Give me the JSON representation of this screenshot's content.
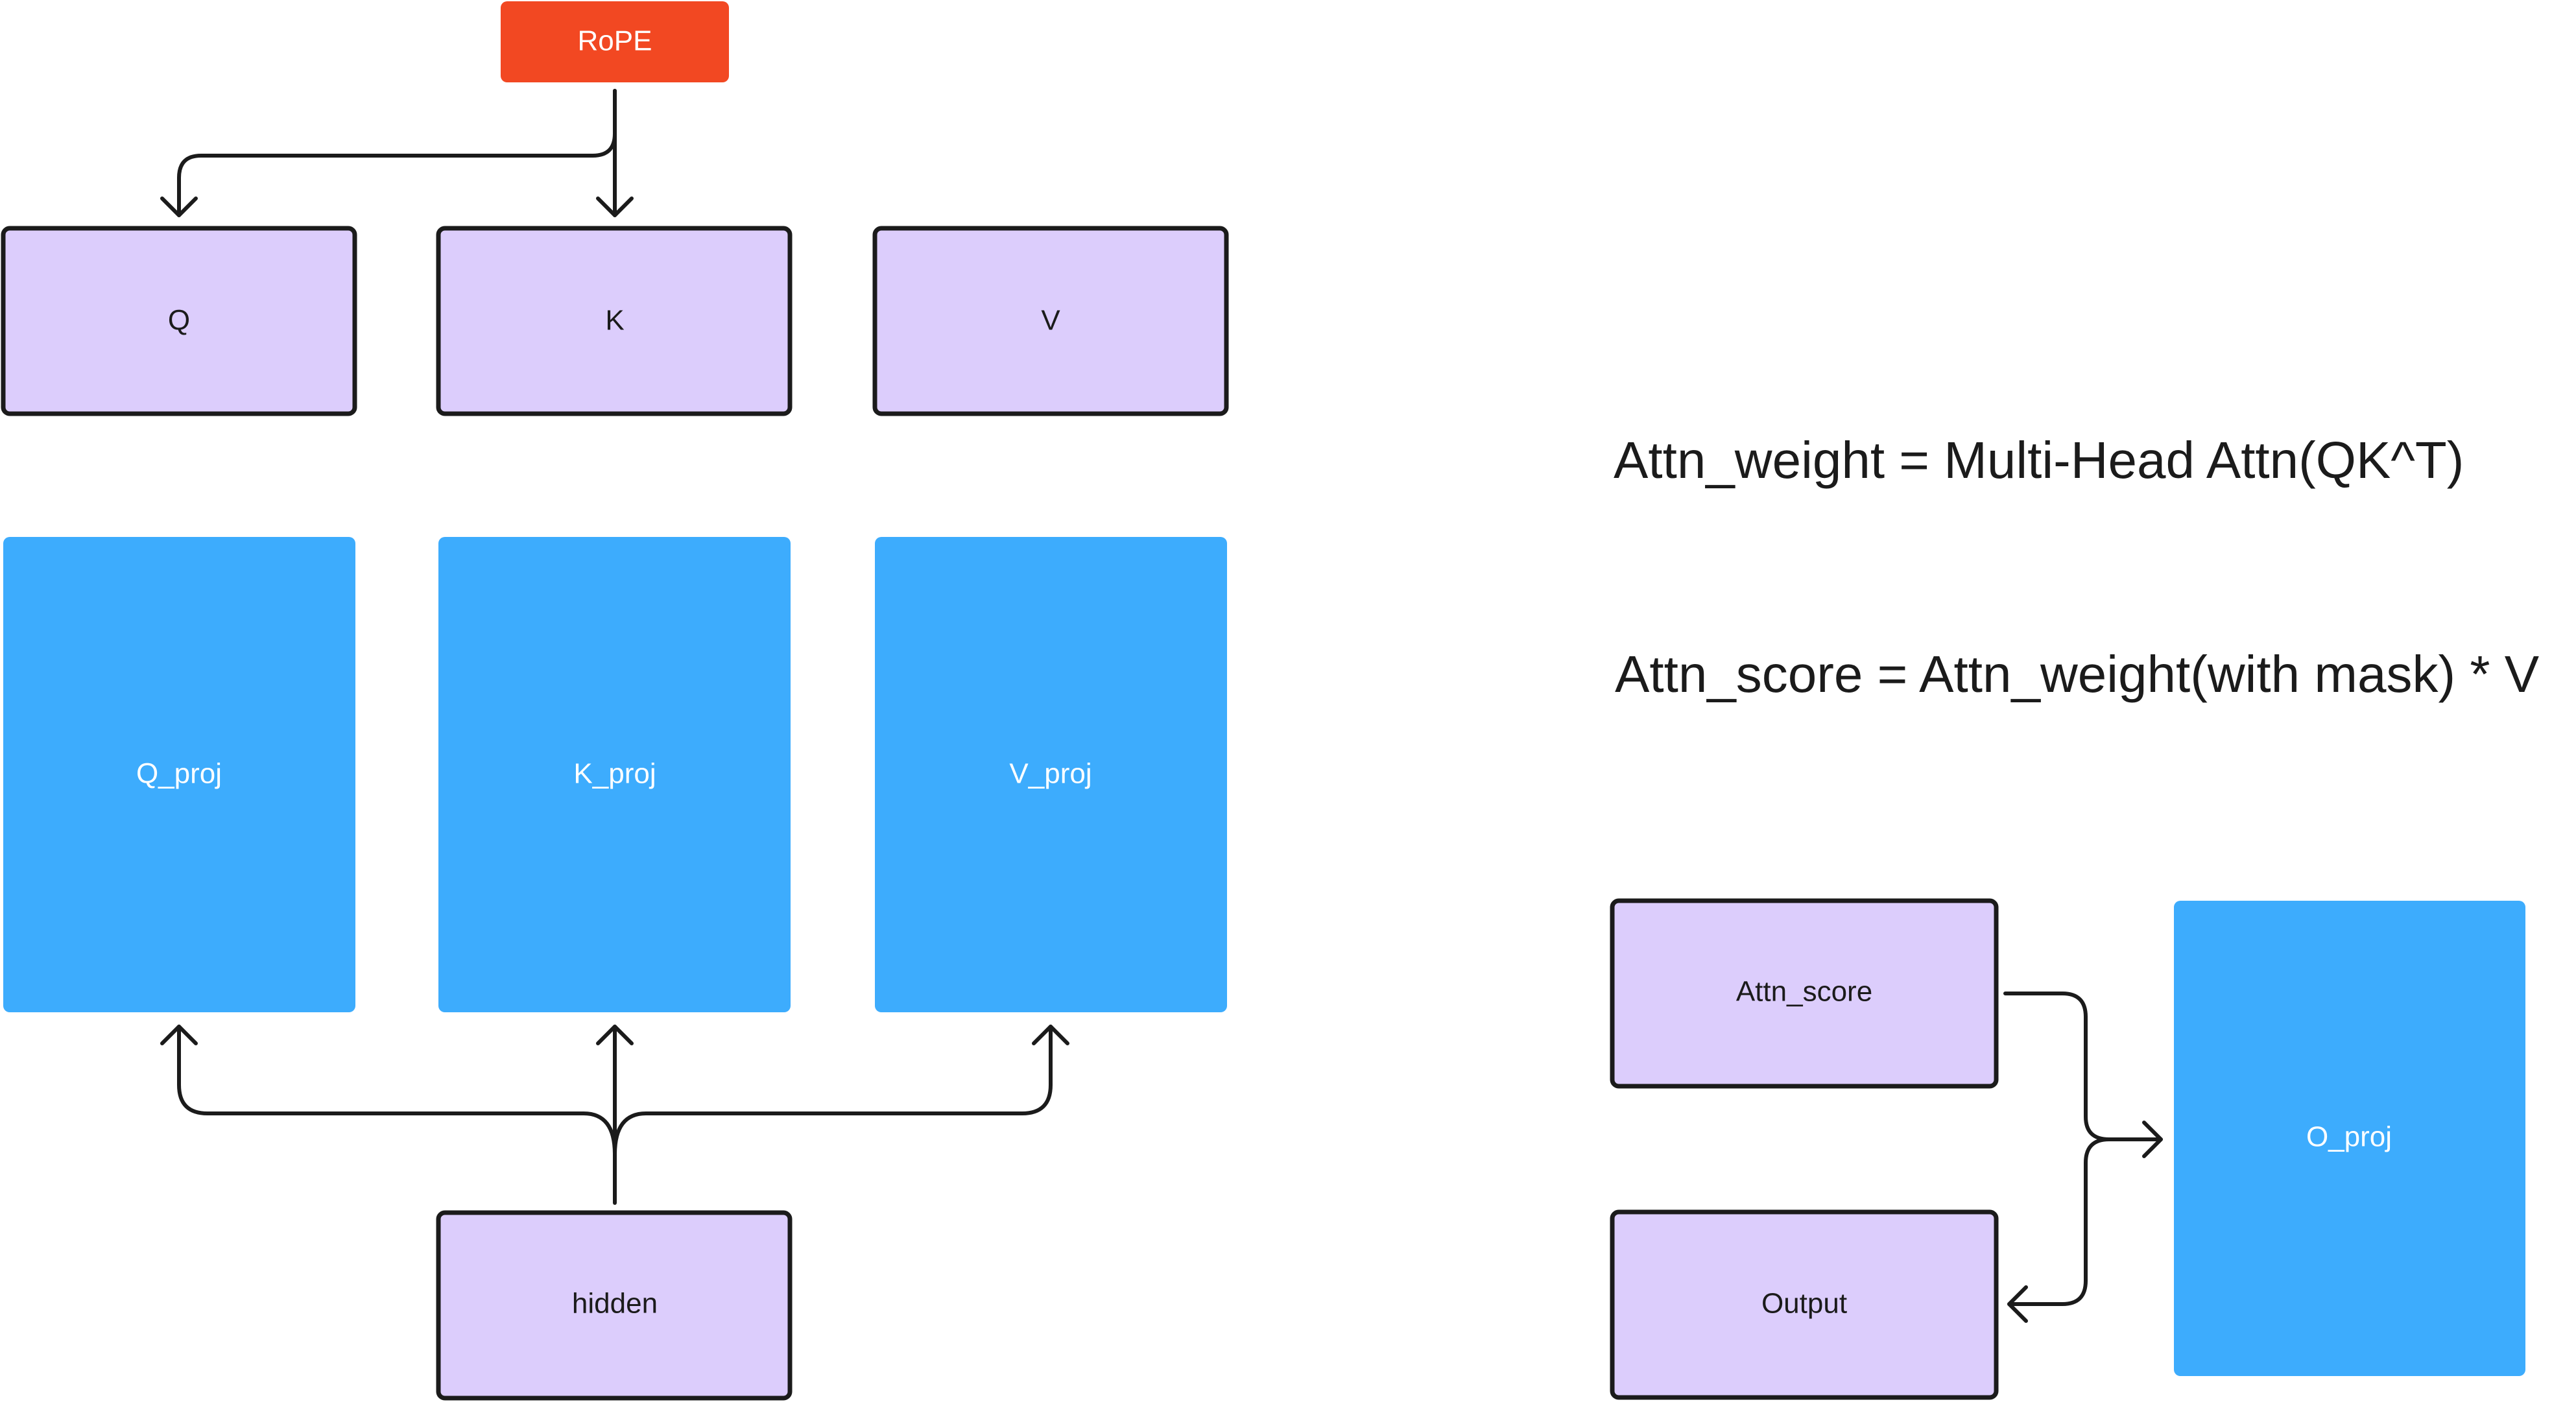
{
  "colors": {
    "rope_fill": "#F24822",
    "tensor_fill": "#DCCDFC",
    "tensor_stroke": "#1B1B1B",
    "proj_fill": "#3DACFD",
    "text_dark": "#1B1B1B",
    "text_light": "#FFFFFF",
    "edge": "#1B1B1B"
  },
  "nodes": {
    "rope": "RoPE",
    "q": "Q",
    "k": "K",
    "v": "V",
    "q_proj": "Q_proj",
    "k_proj": "K_proj",
    "v_proj": "V_proj",
    "hidden": "hidden",
    "attn_score": "Attn_score",
    "output": "Output",
    "o_proj": "O_proj"
  },
  "formulas": {
    "attn_weight": "Attn_weight = Multi-Head Attn(QK^T)",
    "attn_score": "Attn_score = Attn_weight(with mask) * V"
  }
}
